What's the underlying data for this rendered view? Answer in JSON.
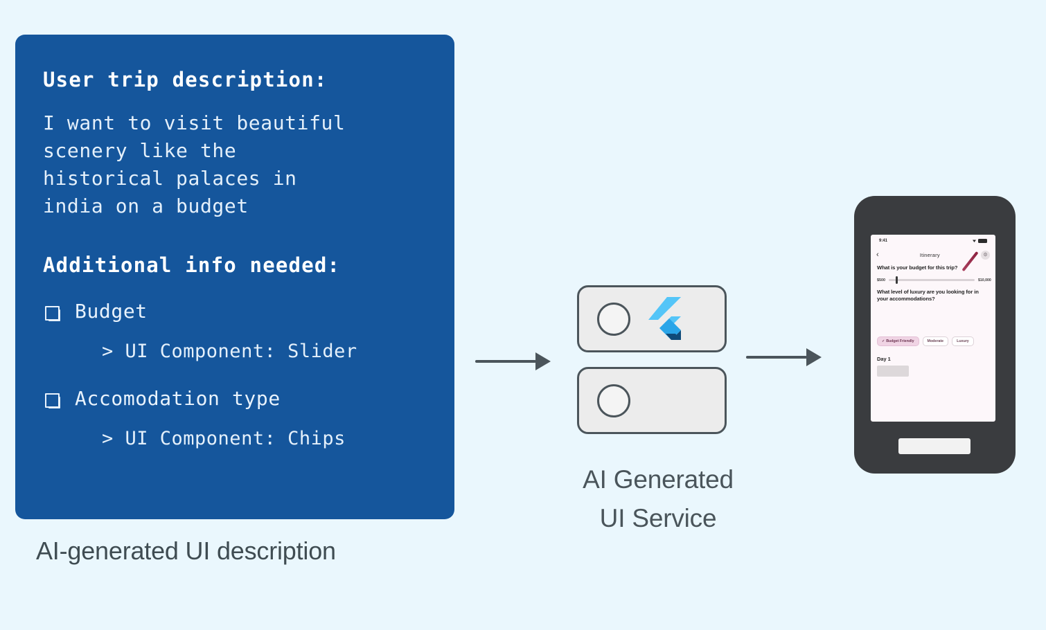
{
  "page": {
    "background_color": "#eaf7fd",
    "accent_blue": "#15569c",
    "text_gray": "#4a555b"
  },
  "description_card": {
    "heading_1": "User trip description:",
    "body": "I want to visit beautiful\nscenery like the\nhistorical palaces in\nindia on a budget",
    "heading_2": "Additional info needed:",
    "items": [
      {
        "checkbox_icon": "ballot-box-icon",
        "label": "Budget",
        "sub": "> UI Component: Slider"
      },
      {
        "checkbox_icon": "ballot-box-icon",
        "label": "Accomodation type",
        "sub": "> UI Component: Chips"
      }
    ],
    "caption": "AI-generated UI description"
  },
  "arrows": [
    {
      "name": "arrow-to-service",
      "direction": "right"
    },
    {
      "name": "arrow-to-phone",
      "direction": "right"
    }
  ],
  "service": {
    "caption_line_1": "AI Generated",
    "caption_line_2": "UI Service",
    "boxes": [
      {
        "circle_icon": "circle-icon",
        "logo_icon": "flutter-logo-icon",
        "has_logo": true
      },
      {
        "circle_icon": "circle-icon",
        "logo_icon": null,
        "has_logo": false
      }
    ],
    "flutter_colors": {
      "light": "#54c5f8",
      "mid": "#2aa5e8",
      "dark": "#0f4a78"
    }
  },
  "phone": {
    "status_bar": {
      "time": "9:41",
      "wifi_icon": "wifi-icon",
      "battery_icon": "battery-icon"
    },
    "app_bar": {
      "back_icon": "chevron-left-icon",
      "title": "Itinerary",
      "action_icon": "gear-icon"
    },
    "question_1": "What is your budget for this trip?",
    "slider": {
      "min_label": "$500",
      "max_label": "$10,000",
      "value_position_percent": 8
    },
    "question_2": "What level of luxury are you looking for in your accommodations?",
    "chips": [
      {
        "label": "Budget Friendly",
        "selected": true,
        "check_icon": "check-icon"
      },
      {
        "label": "Moderate",
        "selected": false
      },
      {
        "label": "Luxury",
        "selected": false
      }
    ],
    "day_label": "Day 1",
    "cursor_icon": "pointer-stroke-icon",
    "home_indicator": "home-indicator"
  }
}
